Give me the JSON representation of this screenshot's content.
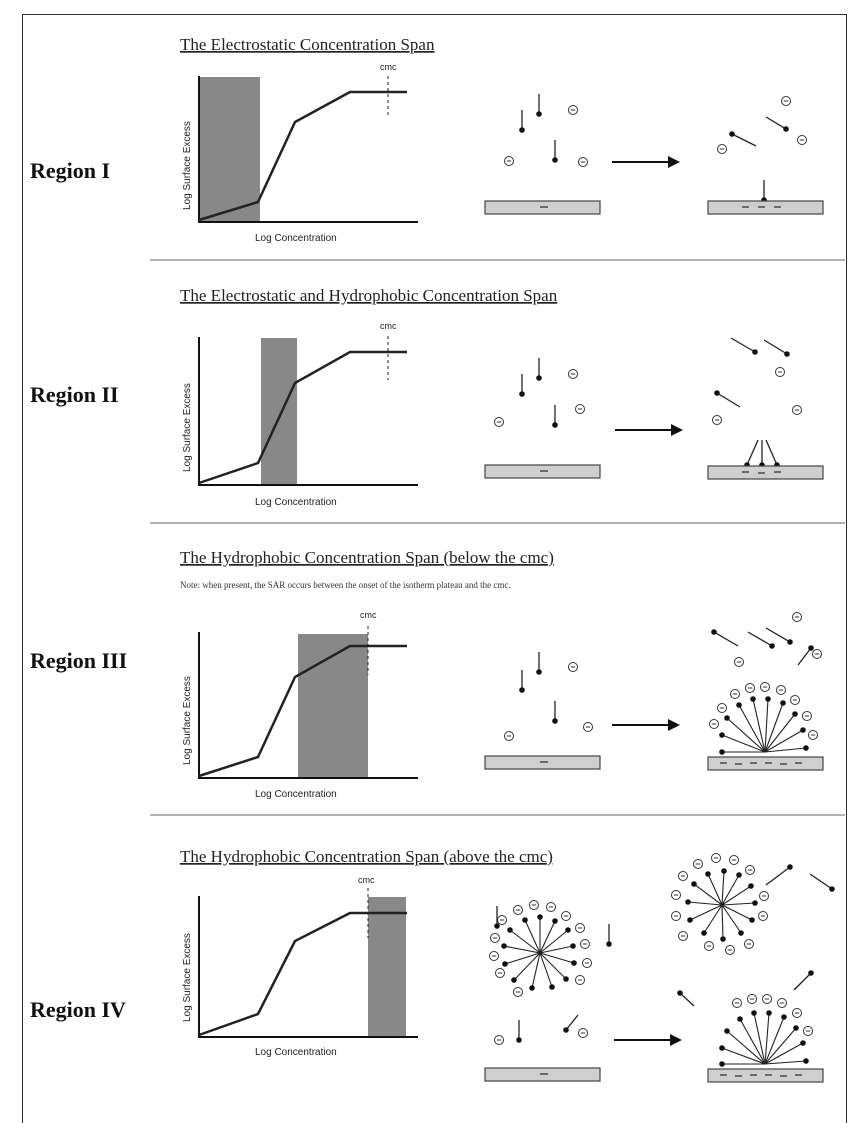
{
  "regions": [
    {
      "label": "Region I",
      "title": "The Electrostatic Concentration Span",
      "note": "",
      "cmc_label": "cmc",
      "ylabel": "Log Surface Excess",
      "xlabel": "Log Concentration"
    },
    {
      "label": "Region II",
      "title": "The Electrostatic and Hydrophobic Concentration Span",
      "note": "",
      "cmc_label": "cmc",
      "ylabel": "Log Surface Excess",
      "xlabel": "Log Concentration"
    },
    {
      "label": "Region III",
      "title": "The Hydrophobic Concentration Span (below the cmc)",
      "note": "Note: when present, the SAR occurs between the onset of the isotherm plateau and the cmc.",
      "cmc_label": "cmc",
      "ylabel": "Log Surface Excess",
      "xlabel": "Log Concentration"
    },
    {
      "label": "Region IV",
      "title": "The Hydrophobic Concentration Span (above the cmc)",
      "note": "",
      "cmc_label": "cmc",
      "ylabel": "Log Surface Excess",
      "xlabel": "Log Concentration"
    }
  ],
  "colors": {
    "shade": "#888888",
    "surface": "#cfcfcf",
    "separator": "#999999"
  }
}
